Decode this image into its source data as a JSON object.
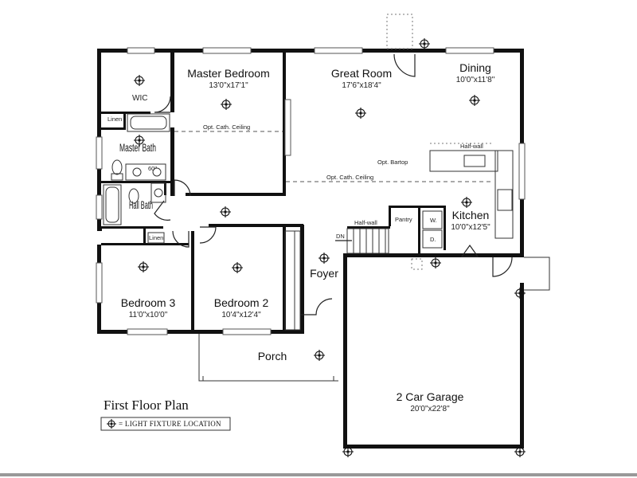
{
  "plan": {
    "title": "First Floor Plan",
    "legend": {
      "text": "= LIGHT FIXTURE LOCATION",
      "icon": "light-fixture-icon"
    }
  },
  "rooms": {
    "master_bedroom": {
      "name": "Master Bedroom",
      "dims": "13'0\"x17'1\""
    },
    "great_room": {
      "name": "Great Room",
      "dims": "17'6\"x18'4\""
    },
    "dining": {
      "name": "Dining",
      "dims": "10'0\"x11'8\""
    },
    "wic": {
      "name": "WIC"
    },
    "linen_top": {
      "name": "Linen"
    },
    "master_bath": {
      "name": "Master Bath"
    },
    "master_bath_note": {
      "name": "60\""
    },
    "hall_bath": {
      "name": "Hall Bath"
    },
    "linen_bottom": {
      "name": "Linen"
    },
    "kitchen": {
      "name": "Kitchen",
      "dims": "10'0\"x12'5\""
    },
    "pantry": {
      "name": "Pantry"
    },
    "washer": {
      "name": "W."
    },
    "dryer": {
      "name": "D."
    },
    "foyer": {
      "name": "Foyer"
    },
    "bedroom_3": {
      "name": "Bedroom 3",
      "dims": "11'0\"x10'0\""
    },
    "bedroom_2": {
      "name": "Bedroom 2",
      "dims": "10'4\"x12'4\""
    },
    "porch": {
      "name": "Porch"
    },
    "garage": {
      "name": "2 Car Garage",
      "dims": "20'0\"x22'8\""
    }
  },
  "notes": {
    "opt_cath_ceiling_master": "Opt. Cath. Ceiling",
    "opt_cath_ceiling_great": "Opt. Cath. Ceiling",
    "opt_bartop": "Opt. Bartop",
    "half_wall_kitchen": "Half-wall",
    "half_wall_stair": "Half-wall",
    "stair_dn": "DN"
  },
  "colors": {
    "wall": "#111111",
    "line": "#333333",
    "background": "#ffffff"
  }
}
